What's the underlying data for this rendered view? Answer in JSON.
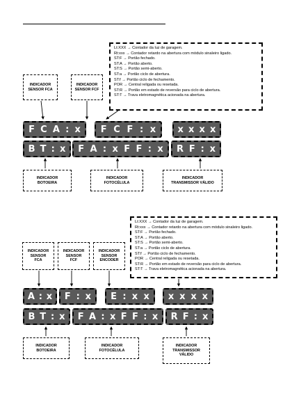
{
  "legend1": [
    "Lt:XXX → Contador da luz de garagem.",
    "Rt:xxx → Contador retardo na abertura com módulo sinaleiro ligado.",
    "ST:F → Portão fechado.",
    "ST:A → Portão aberto.",
    "ST:S → Portão semi-aberto.",
    "ST:a → Portão ciclo de abertura.",
    "ST:f → Portão ciclo de fechamento.",
    "POR → Central religada ou resetada.",
    "ST:R → Portão em estado de reversão para ciclo de abertura.",
    "ST:T → Trava eletromagnética acionada na abertura."
  ],
  "legend2": [
    "Lt:XXX → Contador da luz de garagem.",
    "Rt:xxx → Contador retardo na abertura com módulo sinaleiro ligado.",
    "ST:F → Portão fechado.",
    "ST:A → Portão aberto.",
    "ST:S → Portão semi-aberto.",
    "ST:a → Portão ciclo de abertura.",
    "ST:f → Portão ciclo de fechamento.",
    "POR → Central religada ou resetada.",
    "ST:R → Portão em estado de reversão para ciclo de abertura.",
    "ST:T → Trava eletromagnética acionada na abertura."
  ],
  "diagram1": {
    "labels": {
      "fca": "INDICADOR\nSENSOR FCA",
      "fcf": "INDICADOR\nSENSOR FCF",
      "bt": "INDICADOR\nBOTOEIRA",
      "fa": "INDICADOR\nFOTOCÉLULA",
      "rf": "INDICADOR\nTRANSMISSOR VÁLIDO"
    },
    "row1": [
      [
        "F",
        "C",
        "A",
        ":",
        "x"
      ],
      [
        "F",
        "C",
        "F",
        ":",
        "x"
      ],
      [
        "x",
        "x",
        "x",
        "x"
      ]
    ],
    "row2": [
      [
        "B",
        "T",
        ":",
        "x"
      ],
      [
        "F",
        "A",
        ":",
        "x",
        "F",
        "F",
        ":",
        "x"
      ],
      [
        "R",
        "F",
        ":",
        "x"
      ]
    ]
  },
  "diagram2": {
    "labels": {
      "fca": "INDICADOR\nSENSOR\nFCA",
      "fcf": "INDICADOR\nSENSOR\nFCF",
      "enc": "INDICADOR\nSENSOR\nENCODER",
      "bt": "INDICADOR\nBOTOEIRA",
      "fa": "INDICADOR\nFOTOCÉLULA",
      "rf": "INDICADOR\nTRANSMISSOR\nVÁLIDO"
    },
    "row1": [
      [
        "A",
        ":",
        "x"
      ],
      [
        "F",
        ":",
        "x"
      ],
      [
        "E",
        ":",
        "x",
        "x"
      ],
      [
        "x",
        "x",
        "x",
        "x"
      ]
    ],
    "row2": [
      [
        "B",
        "T",
        ":",
        "x"
      ],
      [
        "F",
        "A",
        ":",
        "x",
        "F",
        "F",
        ":",
        "x"
      ],
      [
        "R",
        "F",
        ":",
        "x"
      ]
    ]
  }
}
